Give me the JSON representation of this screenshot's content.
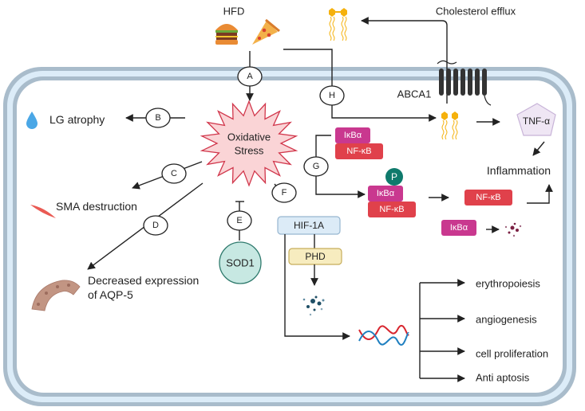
{
  "diagram": {
    "colors": {
      "membrane_outer": "#a9bccb",
      "membrane_inner": "#dcecf8",
      "oxidative_fill": "#fad4d6",
      "oxidative_stroke": "#d1364b",
      "ikba": "#c9388f",
      "nfkb": "#e0414b",
      "phospho": "#0f7a6c",
      "hif_fill": "#dcebf7",
      "hif_stroke": "#97b6d0",
      "phd_fill": "#f7ecbf",
      "phd_stroke": "#c6ad5a",
      "sod1_fill": "#c7e8e2",
      "sod1_stroke": "#2f7a6d",
      "tnf_fill": "#efe6f4",
      "tnf_stroke": "#c8b4d8",
      "lipid_head": "#f5b10c",
      "droplet": "#4aa7e6"
    },
    "inputs": {
      "hfd": "HFD",
      "cholesterol_efflux": "Cholesterol efflux",
      "abca1": "ABCA1"
    },
    "central": {
      "oxidative_stress_line1": "Oxidative",
      "oxidative_stress_line2": "Stress",
      "sod1": "SOD1"
    },
    "pathway_labels": [
      "A",
      "B",
      "C",
      "D",
      "E",
      "F",
      "G",
      "H"
    ],
    "outcomes": {
      "lg_atrophy": "LG atrophy",
      "sma_destruction": "SMA destruction",
      "aqp5_line1": "Decreased expression",
      "aqp5_line2": "of AQP-5",
      "inflammation": "Inflammation",
      "tnf": "TNF-α"
    },
    "nfkb_pathway": {
      "ikba": "IκBα",
      "nfkb": "NF-κB",
      "phospho": "P"
    },
    "hif_pathway": {
      "hif": "HIF-1A",
      "phd": "PHD",
      "effects": [
        "erythropoiesis",
        "angiogenesis",
        "cell proliferation",
        "Anti aptosis"
      ]
    },
    "icons": {
      "food": [
        "burger-icon",
        "pizza-icon"
      ],
      "lipid": "phospholipid-icon",
      "droplet": "water-drop-icon",
      "muscle": "smooth-muscle-cell-icon",
      "epithelium": "epithelial-cells-icon",
      "degraded": "degraded-protein-icon",
      "dna": "dna-icon",
      "transporter": "abca1-transporter-icon"
    }
  }
}
